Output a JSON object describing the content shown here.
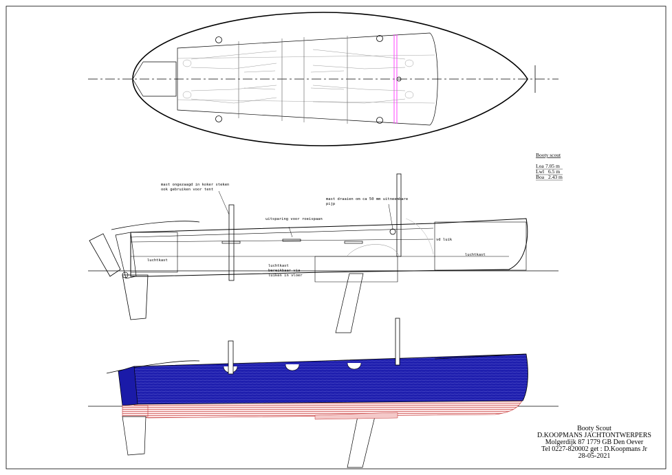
{
  "spec_block": {
    "heading": "Booty scout",
    "rows": [
      {
        "label": "Loa",
        "value": "7.05 m"
      },
      {
        "label": "Lwl",
        "value": "6.5 m"
      },
      {
        "label": "Boa",
        "value": "2.43 m"
      }
    ]
  },
  "profile_notes": {
    "mast_note_line1": "mast ongezaagd in koker steken",
    "mast_note_line2": "ook gebruiken voor tent",
    "oar_recess": "uitsparing voor roeispaan",
    "mast_pivot_line1": "mast draaien om ca 50 mm uitneembare",
    "mast_pivot_line2": "pijp",
    "aft_buoyancy": "luchtkast",
    "mid_buoyancy_line1": "luchtkast",
    "mid_buoyancy_line2": "bereikbaar via",
    "mid_buoyancy_line3": "luiken in vloer",
    "fwd_buoyancy": "luchtkast",
    "hatch": "vd luik"
  },
  "title_block": {
    "line1": "Booty Scout",
    "line2": "D.KOOPMANS JACHTONTWERPERS",
    "line3": "Molgerdijk 87 1779 GB Den Oever",
    "line4": "Tel 0227-820002 get : D.Koopmans Jr",
    "line5": "28-05-2021"
  },
  "colors": {
    "topsides": "#1a1aa8",
    "topsides_line": "#6a6ae0",
    "bottom": "#f4c9c9",
    "bottom_line": "#c23030",
    "magenta_frame": "#ff40ff"
  }
}
